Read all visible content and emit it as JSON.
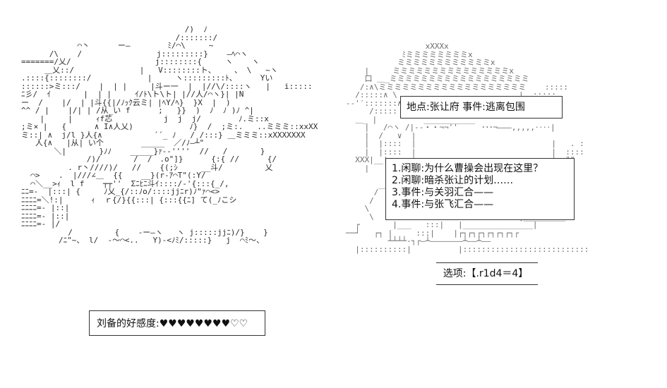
{
  "scene": {
    "aa_lines": [
      "                                   /)  ﾉ",
      "                                 /:::::::/",
      "            ⌒丶      ー―        ﾐ/⌒\\     ~",
      "      /\\    /                j:::::::::}    ―ﾍ⌒ヽ",
      "=======/乂/                  j::::::::{     ヽ    ヽ",
      "     ＿乂::/              |   V::::::::ト、    、 \\   ~ヽ",
      ".::::{::::::::/            |     ヽ:::::::::ﾄ、     Yい",
      "::::::>ミ:::/    |  | |     |斗ー一  |  |//\\/::::ヽ   |   i:::::",
      "ﾆ彡/  ｲ       |  | |     ｲ/ﾄ\\ト\\ト| |//人/⌒ヽ}| |N",
      "ー  /    |/  | |斗{{|/ﾉｯｸ云ミ| |ﾍY/ﾍ}  }X  |  )",
      "^^ / |    |/| | /从_い f      ;   }}  )  ﾉ  ﾉ )ﾉ ^|",
      "    |     |     ｨf芯           j  j  j/        ﾉ.ミ::x",
      ";ミ× |   {      ∧ I∧人乂)            ﾉ}  /  ;ミ:.   ..ミミミ::xxXX",
      "ミ::| ∧  j/l }人{∧           ´´_ ﾉ   / /:::} ＿ミミミ::xXXXXXXX",
      "   人{∧   |从| い个        _____  ／/ﾉ―┴\"          ",
      "       ＼|       }ﾉﾉ    _____}ｧ-‐''''  //   /       }",
      "              /)/       /  /｀.o\"]}      {:{ //      {/",
      "          . r丶////)/   //    {(;ｼ     __斗/         乂",
      "  ⌒>    .  |///∠＿  {{    __}(r‐ｱ⌒T\"(:Y/ ",
      "  ⌒＼__>ｨ  l f    ┬┬''  Σﾆﾋﾆ斗ｲ::::/‐'{:::{_/,",
      "ﾆﾆ=-  |:::| {     ﾉ乂_{/::ﾉo/::::jjﾆr)ﾉ\"ｧ⌒<>",
      "ﾆﾆﾆﾆ=＼!:|      ｨ  ｒ{/}{{:::| {:::{{ﾆ] て(_ﾉこシ",
      "ﾆﾆﾆﾆ=- |::|",
      "ﾆﾆﾆﾆ=- |::|",
      "ﾆﾆﾆﾆ=- |/",
      "          /         {    ‐ー―ヽ   ヽ j:::::jjﾆ)/}    }",
      "        /ﾆ\"~、 l/  ‐〜⌒<..   Y)‐<ﾉﾐ/:::::}   j  ⌒ﾐ〜、"
    ],
    "aa_right": [
      "                 xXXXx",
      "            ﾐミミミミミミミミx",
      "           ミミミミミミミミミミミミx",
      "    |     ミミミミミミミミミミミミミミミx",
      "    口 ＿_ミミミミミミミミミミミミミミミミミミ",
      "   /:∧\\ミミミミミミミミミミミミミミミミミミミ    :::::",
      "  /:::::∧ \\                          |  :::::",
      "--'′:::::::∧      ______             |  ::::::",
      "     /::::: ＼____/                 ",
      "  ＿_ |          ___________",
      "    |   /⌒ヽ /|‐‐・・¬¬''     ･･･¬―――,,,,,‥‥|",
      "    |  /   ∨  |                                    ",
      "    |  |::::  |                             |   . :",
      "    |  |::::  |                             |  ::::",
      "  XXX|__|::::x|                             |  \"\"",
      "    |                                      |  ::",
      "                       |. . . . |      |::::::::.",
      "       ___             |________|   ,.. |______/",
      "      /                          ｀/| ::  .:] ",
      "     /                            |  |:::::::::",
      "    \\                             |  |::::::::",
      "     \\                               |_________",
      "  ┌       |___   :::|   |_______________|",
      "──┘   ┌┐ |     :::|    |┌┐┌┐┌┐┌┐┌┐┌┐┌",
      "         ┴┴┴┴‐┐┌―┴―――――――┴――┴――",
      "  |::::::::::|          |:::::::::::::::::::::::::::"
    ]
  },
  "location_box": {
    "text": "地点:张让府 事件:逃离包围"
  },
  "menu_box": {
    "items": [
      "1.闲聊:为什么曹操会出现在这里？",
      "2.闲聊:暗杀张让的计划……",
      "3.事件:与关羽汇合——",
      "4.事件:与张飞汇合——"
    ]
  },
  "roll_box": {
    "text": "选项:【.r1d4＝4】"
  },
  "affinity_box": {
    "label": "刘备的好感度:",
    "hearts_filled": 8,
    "hearts_empty": 2,
    "hearts_text": "♥♥♥♥♥♥♥♥♡♡"
  }
}
